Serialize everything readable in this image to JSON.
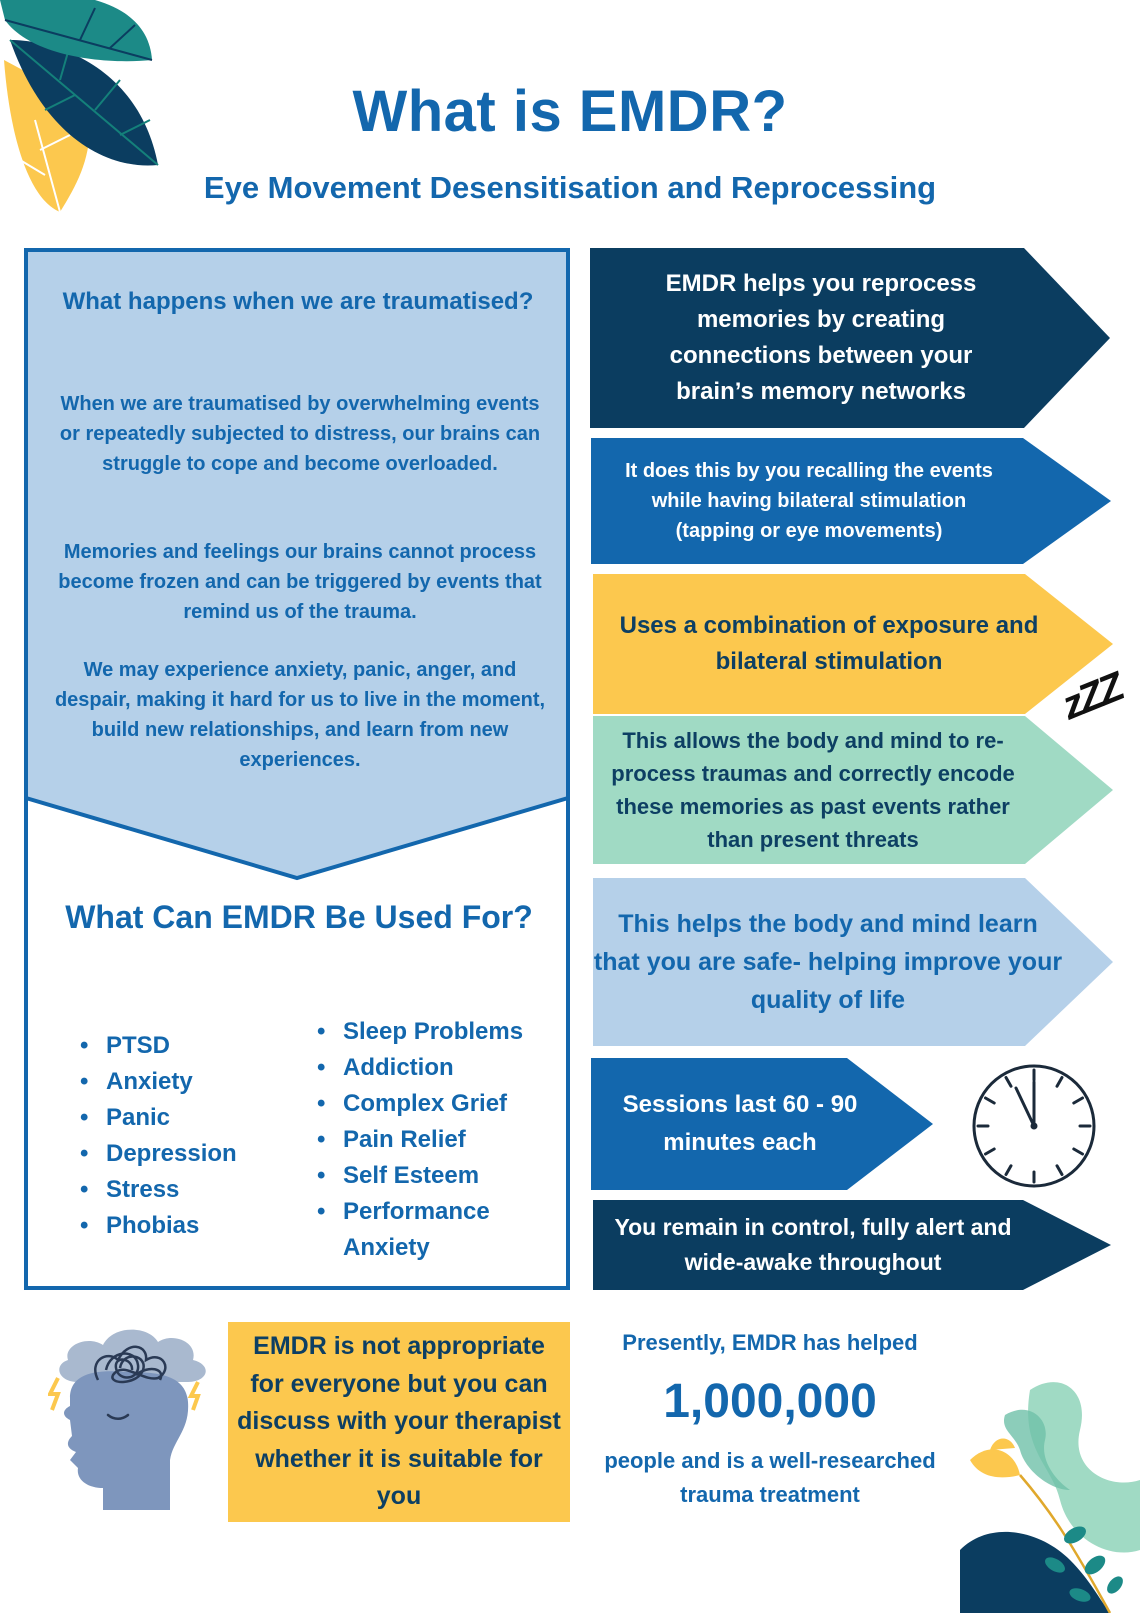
{
  "header": {
    "title": "What is EMDR?",
    "subtitle": "Eye Movement Desensitisation and Reprocessing"
  },
  "trauma": {
    "heading": "What happens when we are traumatised?",
    "paragraphs": [
      "When we are traumatised by overwhelming events or repeatedly subjected to distress, our brains can struggle to cope and become overloaded.",
      "Memories and feelings our brains cannot process become frozen and can be triggered by events that remind us of the trauma.",
      "We may experience anxiety, panic, anger, and despair, making it hard for us to live in the moment, build new relationships, and learn from new experiences."
    ]
  },
  "uses": {
    "heading": "What Can EMDR Be Used For?",
    "left_items": [
      "PTSD",
      "Anxiety",
      "Panic",
      "Depression",
      "Stress",
      "Phobias"
    ],
    "right_items": [
      "Sleep Problems",
      "Addiction",
      "Complex Grief",
      "Pain Relief",
      "Self Esteem",
      "Performance Anxiety"
    ]
  },
  "arrows": [
    {
      "text": "EMDR helps you reprocess memories by creating connections between your brain’s memory networks",
      "bg": "#0b3d60",
      "fg": "#ffffff"
    },
    {
      "text": "It does this by you recalling the events while having bilateral stimulation (tapping or eye movements)",
      "bg": "#1367ad",
      "fg": "#ffffff"
    },
    {
      "text": "Uses a combination of exposure and bilateral stimulation",
      "bg": "#fcc84e",
      "fg": "#0d3f63"
    },
    {
      "text": "This allows the body and mind to re-process traumas and correctly encode these memories as past events rather than present threats",
      "bg": "#a0dac4",
      "fg": "#0d3f63"
    },
    {
      "text": "This helps the body and mind learn that you are safe- helping improve your quality of life",
      "bg": "#b5d0e9",
      "fg": "#1367ad"
    },
    {
      "text": "Sessions last 60 - 90 minutes each",
      "bg": "#1367ad",
      "fg": "#ffffff"
    },
    {
      "text": "You remain in control, fully alert and wide-awake throughout",
      "bg": "#0b3d60",
      "fg": "#ffffff"
    }
  ],
  "sleep_glyph": "zZZ",
  "warning": {
    "text": "EMDR is not appropriate for everyone but you can discuss with your therapist whether it is suitable for you"
  },
  "helped": {
    "pre": "Presently, EMDR has helped",
    "number": "1,000,000",
    "post": "people and is a well-researched trauma treatment"
  },
  "icons": {
    "top_left": "leaves-icon",
    "head": "stressed-head-icon",
    "clock": "clock-icon",
    "sleep": "sleep-zzz-icon",
    "bottom_right": "plant-icon"
  },
  "colors": {
    "primary_blue": "#1367ad",
    "navy": "#0b3d60",
    "yellow": "#fcc84e",
    "mint": "#a0dac4",
    "light_blue": "#b5d0e9"
  }
}
